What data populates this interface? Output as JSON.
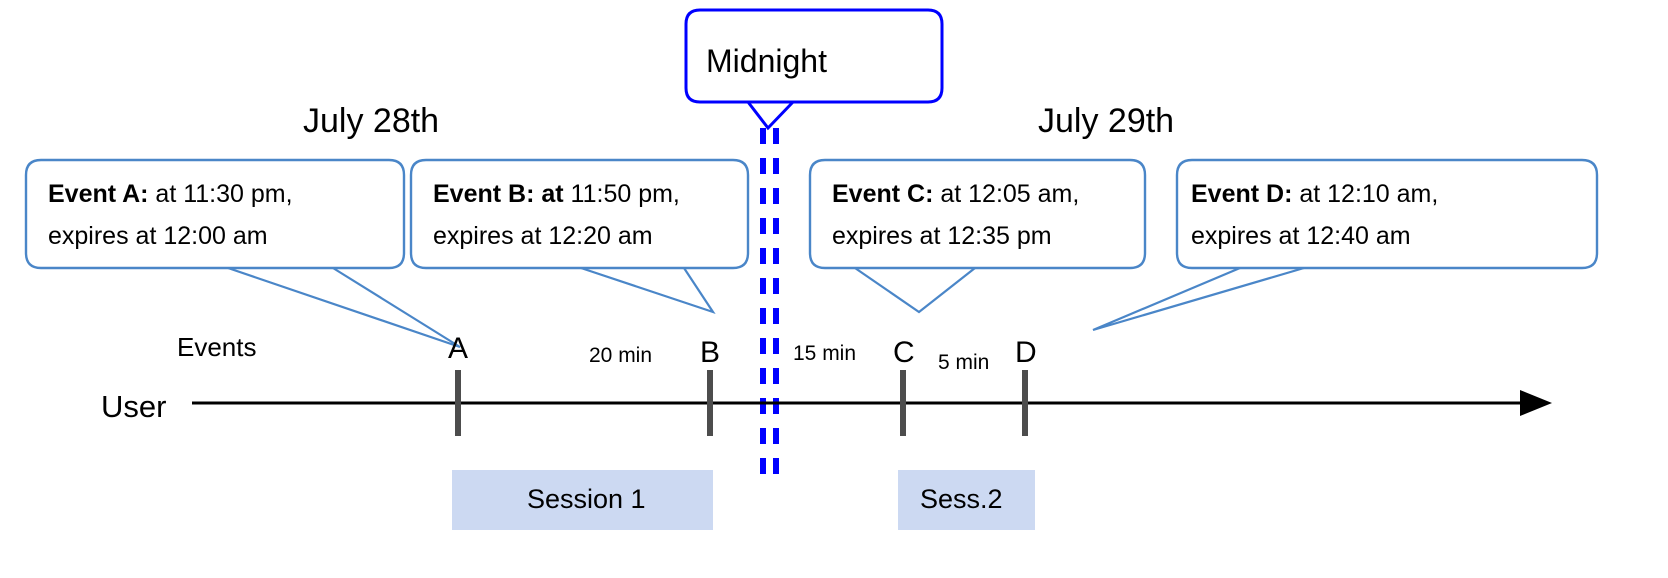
{
  "diagram": {
    "title_midnight": "Midnight",
    "days": [
      {
        "label": "July 28th"
      },
      {
        "label": "July 29th"
      }
    ],
    "lanes": [
      {
        "label": "Events"
      },
      {
        "label": "User"
      }
    ],
    "callouts": [
      {
        "id": "event-a",
        "bold": "Event A:",
        "line1_rest": " at 11:30 pm,",
        "line2": "expires at 12:00 am"
      },
      {
        "id": "event-b",
        "bold": "Event B: at",
        "line1_rest": " 11:50 pm,",
        "line2": "expires at 12:20 am"
      },
      {
        "id": "event-c",
        "bold": "Event C:",
        "line1_rest": " at 12:05 am,",
        "line2": "expires at 12:35 pm"
      },
      {
        "id": "event-d",
        "bold": "Event D:",
        "line1_rest": "  at 12:10 am,",
        "line2": "expires at 12:40 am"
      }
    ],
    "markers": [
      {
        "label": "A"
      },
      {
        "label": "B"
      },
      {
        "label": "C"
      },
      {
        "label": "D"
      }
    ],
    "gaps": [
      {
        "label": "20 min"
      },
      {
        "label": "15 min"
      },
      {
        "label": "5 min"
      }
    ],
    "sessions": [
      {
        "label": "Session 1"
      },
      {
        "label": "Sess.2"
      }
    ],
    "colors": {
      "callout_stroke": "#4a86c8",
      "midnight_stroke": "#0000ff",
      "session_fill": "#ccd9f2",
      "axis": "#000000",
      "tick": "#4d4d4d"
    }
  },
  "chart_data": {
    "type": "timeline",
    "title": "User session timeline across midnight boundary",
    "xlabel": "",
    "ylabel": "",
    "day_boundary": "Midnight",
    "days": [
      "July 28th",
      "July 29th"
    ],
    "events": [
      {
        "name": "A",
        "occurs_at": "11:30 pm",
        "expires_at": "12:00 am",
        "day": "July 28th",
        "session": "Session 1"
      },
      {
        "name": "B",
        "occurs_at": "11:50 pm",
        "expires_at": "12:20 am",
        "day": "July 28th",
        "session": "Session 1"
      },
      {
        "name": "C",
        "occurs_at": "12:05 am",
        "expires_at": "12:35 pm",
        "day": "July 29th",
        "session": "Sess.2"
      },
      {
        "name": "D",
        "occurs_at": "12:10 am",
        "expires_at": "12:40 am",
        "day": "July 29th",
        "session": "Sess.2"
      }
    ],
    "intervals": [
      {
        "from": "A",
        "to": "B",
        "label": "20 min",
        "minutes": 20
      },
      {
        "from": "B",
        "to": "C",
        "label": "15 min",
        "minutes": 15
      },
      {
        "from": "C",
        "to": "D",
        "label": "5 min",
        "minutes": 5
      }
    ],
    "sessions": [
      {
        "label": "Session 1",
        "covers": [
          "A",
          "B"
        ]
      },
      {
        "label": "Sess.2",
        "covers": [
          "C",
          "D"
        ]
      }
    ]
  }
}
